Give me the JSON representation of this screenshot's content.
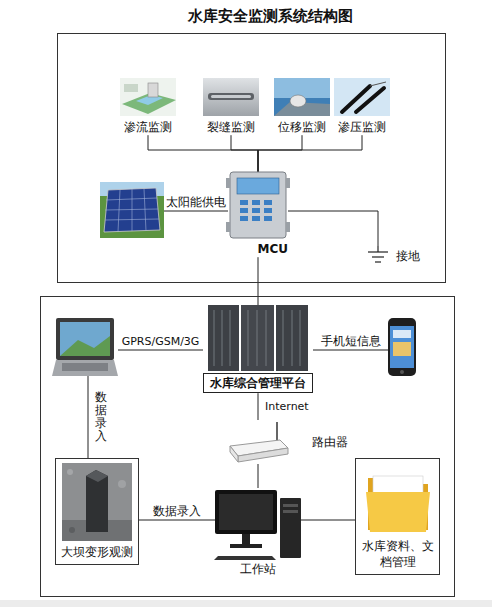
{
  "diagram": {
    "title": "水库安全监测系统结构图",
    "nodes": [
      {
        "text": []
      },
      {
        "text": [
          "渗流监测"
        ],
        "in": 0
      },
      {
        "text": [
          "裂缝监测"
        ],
        "in": 0
      },
      {
        "text": [
          "位移监测"
        ],
        "in": 0
      },
      {
        "text": [
          "渗压监测"
        ],
        "in": 0
      },
      {
        "text": [],
        "in": 0
      },
      {
        "text": [
          "MCU"
        ],
        "in": 0
      },
      {
        "text": [
          "接地"
        ],
        "in": 0
      },
      {
        "text": []
      },
      {
        "text": [],
        "in": 8
      },
      {
        "text": [
          "水库综合管理平台"
        ],
        "in": 8
      },
      {
        "text": [],
        "in": 8
      },
      {
        "text": [
          "路由器"
        ],
        "in": 8
      },
      {
        "text": [
          "大坝变形观测"
        ],
        "in": 8
      },
      {
        "text": [
          "工作站"
        ],
        "in": 8
      },
      {
        "text": [
          "水库资料、文档管理"
        ],
        "in": 8
      }
    ],
    "edges": [
      {
        "from": 1,
        "to": 6,
        "arrow": "none"
      },
      {
        "from": 2,
        "to": 6,
        "arrow": "none"
      },
      {
        "from": 3,
        "to": 6,
        "arrow": "none"
      },
      {
        "from": 4,
        "to": 6,
        "arrow": "none"
      },
      {
        "from": 5,
        "to": 6,
        "label": "太阳能供电",
        "arrow": "none"
      },
      {
        "from": 6,
        "to": 7,
        "arrow": "none"
      },
      {
        "from": 6,
        "to": 10,
        "arrow": "none"
      },
      {
        "from": 9,
        "to": 10,
        "label": "GPRS/GSM/3G",
        "arrow": "none"
      },
      {
        "from": 10,
        "to": 11,
        "label": "手机短信息",
        "arrow": "none"
      },
      {
        "from": 10,
        "to": 12,
        "label": "Internet",
        "arrow": "none"
      },
      {
        "from": 12,
        "to": 14,
        "arrow": "none"
      },
      {
        "from": 9,
        "to": 13,
        "label": "数据录入",
        "arrow": "none"
      },
      {
        "from": 13,
        "to": 14,
        "label": "数据录入",
        "arrow": "none"
      },
      {
        "from": 14,
        "to": 15,
        "arrow": "none"
      }
    ]
  }
}
